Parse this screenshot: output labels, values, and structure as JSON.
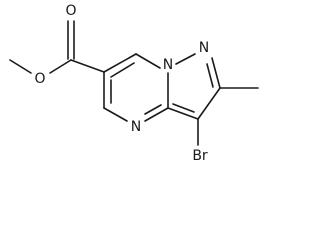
{
  "molecule": {
    "atoms": {
      "ester_oxygen": "O",
      "carbonyl_oxygen": "O",
      "bridgehead_nitrogen": "N",
      "pyrazole_nitrogen": "N",
      "pyrimidine_nitrogen": "N",
      "bromine": "Br"
    }
  }
}
